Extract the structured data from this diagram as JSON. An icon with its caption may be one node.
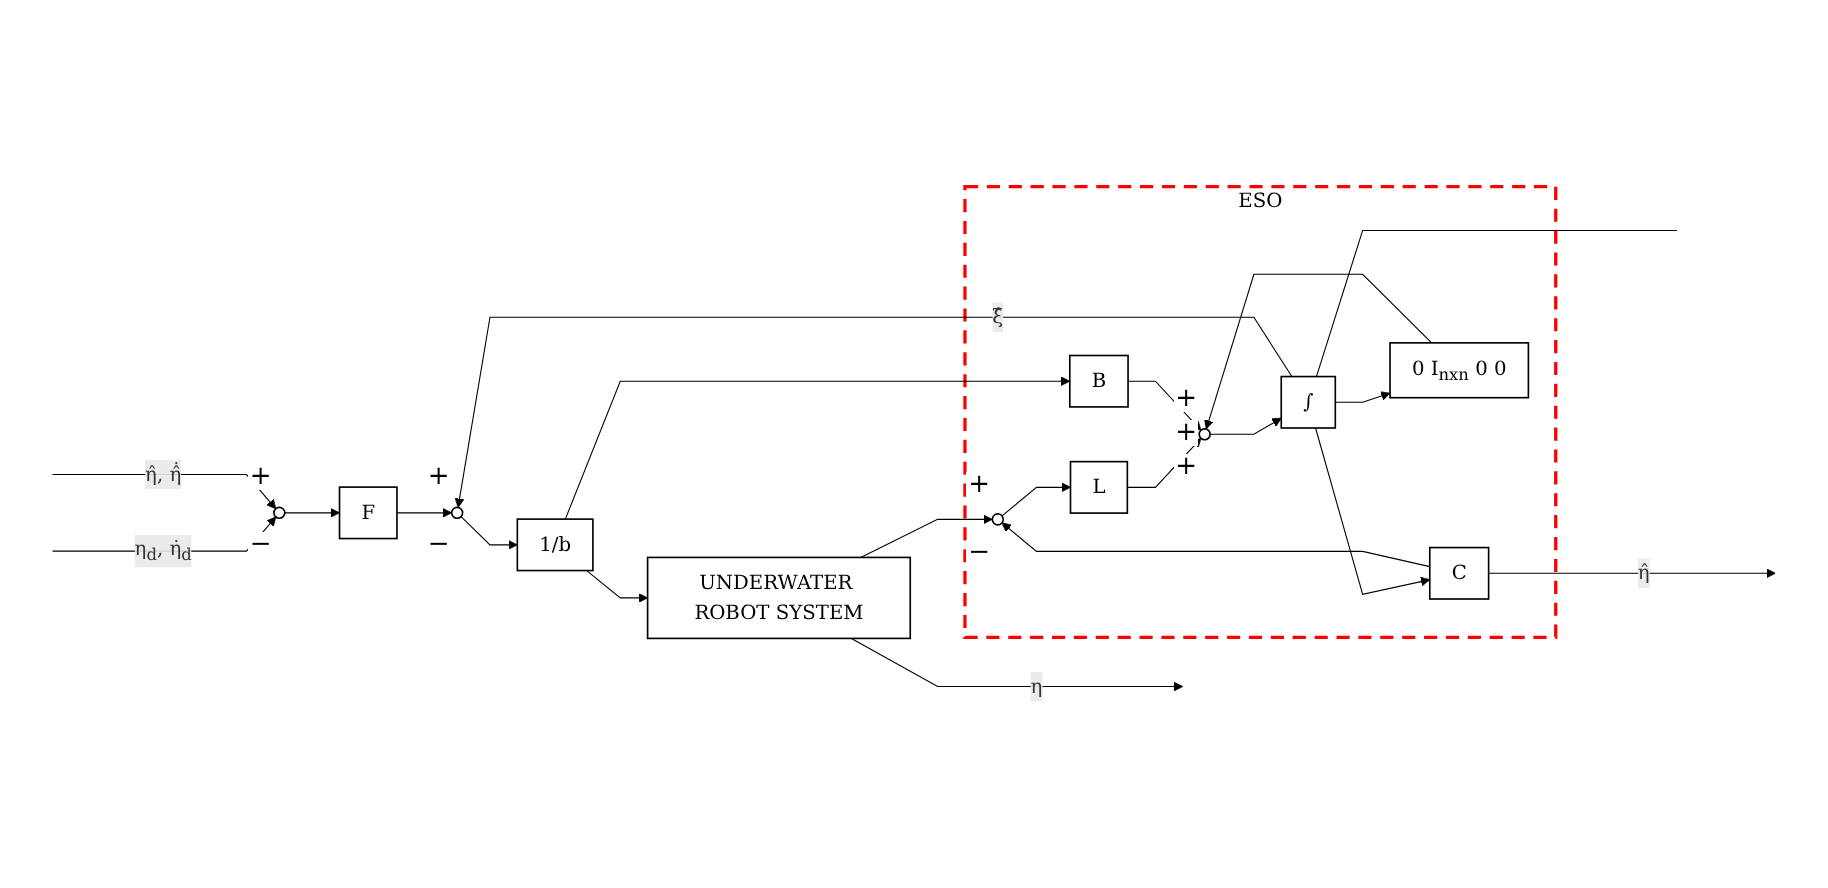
{
  "diagram": {
    "nodes": [
      {
        "text": [],
        "shape": "circle",
        "beside": [
          "+",
          "−"
        ]
      },
      {
        "text": [
          "F"
        ]
      },
      {
        "text": [],
        "shape": "circle",
        "beside": [
          "+",
          "−"
        ]
      },
      {
        "text": [
          "1/b"
        ]
      },
      {
        "text": [
          "UNDERWATER ROBOT SYSTEM"
        ]
      },
      {
        "text": [
          "ESO"
        ]
      },
      {
        "text": [],
        "shape": "circle",
        "in": 5,
        "beside": [
          "+",
          "−"
        ]
      },
      {
        "text": [
          "L"
        ],
        "in": 5
      },
      {
        "text": [
          "B"
        ],
        "in": 5
      },
      {
        "text": [],
        "shape": "circle",
        "in": 5,
        "beside": [
          "+",
          "+",
          "+"
        ]
      },
      {
        "text": [
          "∫"
        ],
        "in": 5
      },
      {
        "text": [
          "C"
        ],
        "in": 5
      },
      {
        "text": [
          "0 I$_{nxn}$ 0 0"
        ],
        "in": 5
      }
    ],
    "edges": [
      {
        "from": null,
        "to": 0,
        "arrow": "to",
        "label": "η$_{d}$, η̇$_{d}$"
      },
      {
        "from": null,
        "to": 0,
        "arrow": "to",
        "label": "η̂, η̂̇"
      },
      {
        "from": 0,
        "to": 1,
        "arrow": "to"
      },
      {
        "from": 1,
        "to": 2,
        "arrow": "to"
      },
      {
        "from": 10,
        "to": 2,
        "arrow": "to",
        "label": "ξ̂"
      },
      {
        "from": 2,
        "to": 3,
        "arrow": "to"
      },
      {
        "from": 3,
        "to": 4,
        "arrow": "to"
      },
      {
        "from": 3,
        "to": 8,
        "arrow": "to"
      },
      {
        "from": 4,
        "to": null,
        "arrow": "to",
        "label": "η"
      },
      {
        "from": 4,
        "to": 6,
        "arrow": "to"
      },
      {
        "from": 11,
        "to": 6,
        "arrow": "to"
      },
      {
        "from": 6,
        "to": 7,
        "arrow": "to"
      },
      {
        "from": 7,
        "to": 9,
        "arrow": "to"
      },
      {
        "from": 8,
        "to": 9,
        "arrow": "to"
      },
      {
        "from": 12,
        "to": 9,
        "arrow": "to"
      },
      {
        "from": 9,
        "to": 10,
        "arrow": "to"
      },
      {
        "from": 10,
        "to": 11,
        "arrow": "to"
      },
      {
        "from": 10,
        "to": 12,
        "arrow": "to"
      },
      {
        "from": 10,
        "to": null,
        "arrow": "none"
      },
      {
        "from": 11,
        "to": null,
        "arrow": "to",
        "label": "η̂"
      }
    ]
  }
}
